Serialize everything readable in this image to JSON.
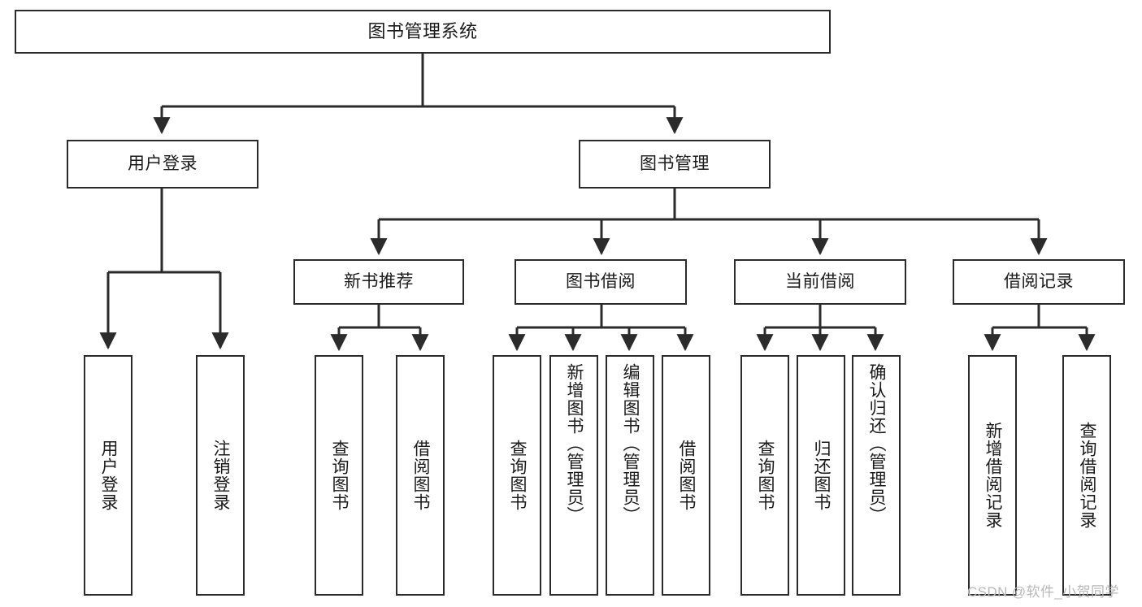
{
  "diagram": {
    "type": "tree-hierarchy-diagram",
    "title": "图书管理系统",
    "orientation": "top-down",
    "colors": {
      "box_border": "#2b2b2b",
      "box_fill": "#ffffff",
      "edge": "#2b2b2b",
      "text": "#1a1a1a",
      "watermark": "#b8b8b8",
      "background": "#ffffff"
    },
    "nodes": {
      "root": {
        "label": "图书管理系统",
        "level": 1
      },
      "l2": [
        {
          "id": "user-login",
          "label": "用户登录",
          "level": 2
        },
        {
          "id": "book-manage",
          "label": "图书管理",
          "level": 2
        }
      ],
      "l3": [
        {
          "id": "new-book-recommend",
          "label": "新书推荐",
          "level": 3
        },
        {
          "id": "book-borrow",
          "label": "图书借阅",
          "level": 3
        },
        {
          "id": "current-borrow",
          "label": "当前借阅",
          "level": 3
        },
        {
          "id": "borrow-record",
          "label": "借阅记录",
          "level": 3
        }
      ],
      "leaves": {
        "user-login": [
          {
            "id": "leaf-user-login",
            "label": "用户登录"
          },
          {
            "id": "leaf-logout",
            "label": "注销登录"
          }
        ],
        "new-book-recommend": [
          {
            "id": "leaf-query-book-1",
            "label": "查询图书"
          },
          {
            "id": "leaf-borrow-book-1",
            "label": "借阅图书"
          }
        ],
        "book-borrow": [
          {
            "id": "leaf-query-book-2",
            "label": "查询图书"
          },
          {
            "id": "leaf-add-book",
            "label": "新增图书（管理员）"
          },
          {
            "id": "leaf-edit-book",
            "label": "编辑图书（管理员）"
          },
          {
            "id": "leaf-borrow-book-2",
            "label": "借阅图书"
          }
        ],
        "current-borrow": [
          {
            "id": "leaf-query-book-3",
            "label": "查询图书"
          },
          {
            "id": "leaf-return-book",
            "label": "归还图书"
          },
          {
            "id": "leaf-confirm-return",
            "label": "确认归还（管理员）"
          }
        ],
        "borrow-record": [
          {
            "id": "leaf-add-record",
            "label": "新增借阅记录"
          },
          {
            "id": "leaf-query-record",
            "label": "查询借阅记录"
          }
        ]
      }
    },
    "watermark": "CSDN @软件_小贺同学"
  }
}
